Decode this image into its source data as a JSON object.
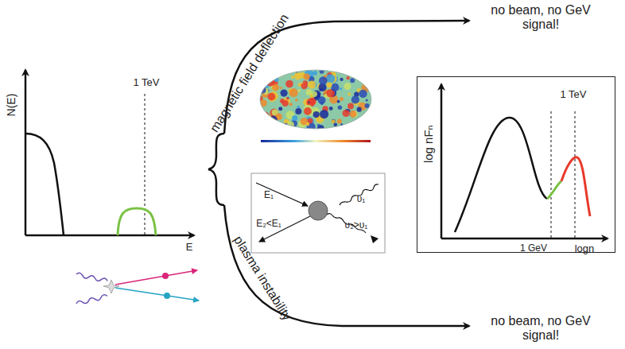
{
  "diagram": {
    "nodes": [
      {
        "text": [
          "E₁",
          "E₂<E₁",
          "υ₁",
          "υ₂>υ₁"
        ]
      },
      {
        "text": [
          "log nFₙ",
          "1 TeV",
          "1 GeV",
          "logn"
        ]
      }
    ],
    "labels": [
      "no beam, no GeV signal!",
      "magnetic field deflection",
      "N(E)",
      "1 TeV",
      "E",
      "plasma instability",
      "no beam, no GeV signal!"
    ]
  }
}
